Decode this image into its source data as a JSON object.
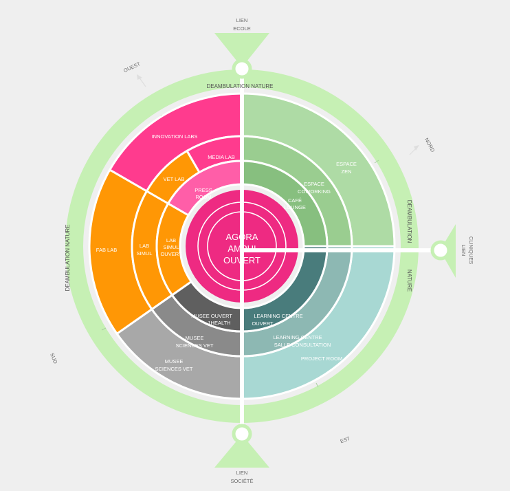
{
  "colors": {
    "background": "#efefef",
    "outer_ring": "#c6f0b4",
    "innovation": "#ff3b8e",
    "fab": "#ff9705",
    "green_dark": "#87bf7f",
    "green_mid": "#9acd90",
    "green_light": "#aedba5",
    "teal_dark": "#497c7c",
    "teal_mid": "#8db8b3",
    "teal_light": "#a8d8d3",
    "grey_dark": "#5f5f5f",
    "grey_mid": "#8a8a8a",
    "grey_light": "#a8a8a8",
    "pink_center": "#ee2a82",
    "pink_inner": "#ff5ea8",
    "pink_mid": "#ff4d9b"
  },
  "connectors": {
    "top": {
      "label1": "LIEN",
      "label2": "ECOLE"
    },
    "right": {
      "label1": "LIEN",
      "label2": "CLINIQUES"
    },
    "bottom": {
      "label1": "LIEN",
      "label2": "SOCIÉTÉ"
    }
  },
  "directions": {
    "ouest": "OUEST",
    "nord": "NORD",
    "sud": "SUD",
    "est": "EST"
  },
  "ring_labels": {
    "top": "DEAMBULATION   NATURE",
    "left": "DEAMBULATION NATURE",
    "right1": "DEAMBULATION",
    "right2": "NATURE"
  },
  "center": {
    "line1": "AGORA",
    "line2": "AMPHI",
    "line3": "OUVERT"
  },
  "zones": {
    "innovation_labs": "INNOVATION LABS",
    "media_lab": "MEDIA LAB",
    "vet_lab": "VET LAB",
    "press_room_1": "PRESS",
    "press_room_2": "ROOM",
    "fab_lab": "FAB LAB",
    "lab_simul_1": "LAB",
    "lab_simul_2": "SIMUL",
    "lab_simul_ouvert_1": "LAB",
    "lab_simul_ouvert_2": "SIMUL",
    "lab_simul_ouvert_3": "OUVERT",
    "espace_zen_1": "ESPACE",
    "espace_zen_2": "ZEN",
    "espace_coworking_1": "ESPACE",
    "espace_coworking_2": "COWORKING",
    "cafe_lounge_1": "CAFÉ",
    "cafe_lounge_2": "LOUNGE",
    "learning_centre_ouvert_1": "LEARNING  CENTRE",
    "learning_centre_ouvert_2": "OUVERT",
    "learning_centre_salle_1": "LEARNING CENTRE",
    "learning_centre_salle_2": "SALLE CONSULTATION",
    "project_room": "PROJECT ROOM",
    "musee_ouvert_1": "MUSEE OUVERT",
    "musee_ouvert_2": "1HEALTH",
    "musee_sciences_inner_1": "MUSEE",
    "musee_sciences_inner_2": "SCIENCES VET",
    "musee_sciences_outer_1": "MUSEE",
    "musee_sciences_outer_2": "SCIENCES VET"
  }
}
